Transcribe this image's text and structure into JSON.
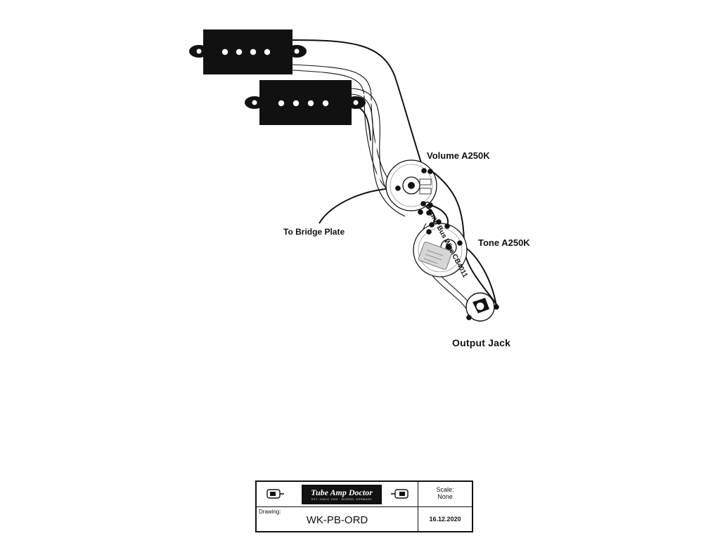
{
  "labels": {
    "volume": "Volume A250K",
    "tone": "Tone A250K",
    "ground_bus": "Ground Bus Wire CB4011",
    "bridge": "To Bridge Plate",
    "output_jack": "Output Jack"
  },
  "title_block": {
    "brand": "Tube Amp Doctor",
    "brand_tagline": "EST. SINCE 1993 · WORMS, GERMANY",
    "scale_label": "Scale:",
    "scale_value": "None",
    "drawing_label": "Drawing:",
    "drawing_value": "WK-PB-ORD",
    "date": "16.12.2020"
  },
  "colors": {
    "ink": "#111111",
    "wire_grey": "#9a9a9a",
    "capacitor": "#d6d6d6"
  }
}
